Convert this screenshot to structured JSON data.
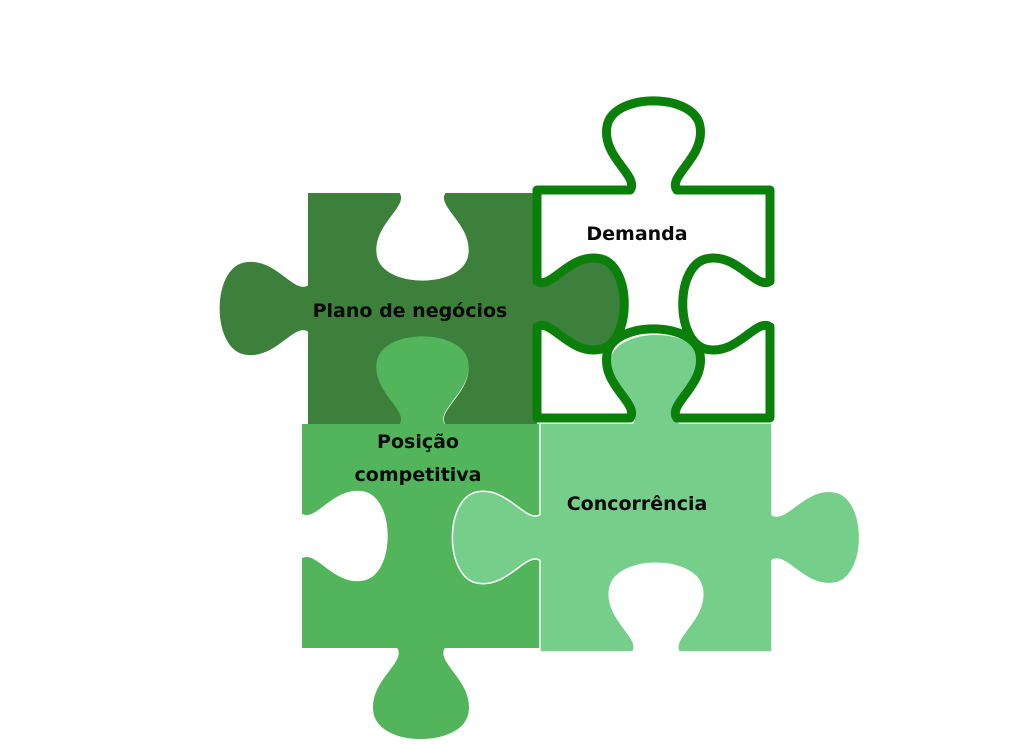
{
  "colors": {
    "dark_piece": "#3d803b",
    "medium_piece": "#52b55b",
    "light_piece": "#76ce8b",
    "outline_piece": "#0a7f0a"
  },
  "pieces": {
    "plano": {
      "label": "Plano de negócios"
    },
    "posicao": {
      "label_line1": "Posição",
      "label_line2": "competitiva"
    },
    "concorrencia": {
      "label": "Concorrência"
    },
    "demanda": {
      "label": "Demanda"
    }
  }
}
